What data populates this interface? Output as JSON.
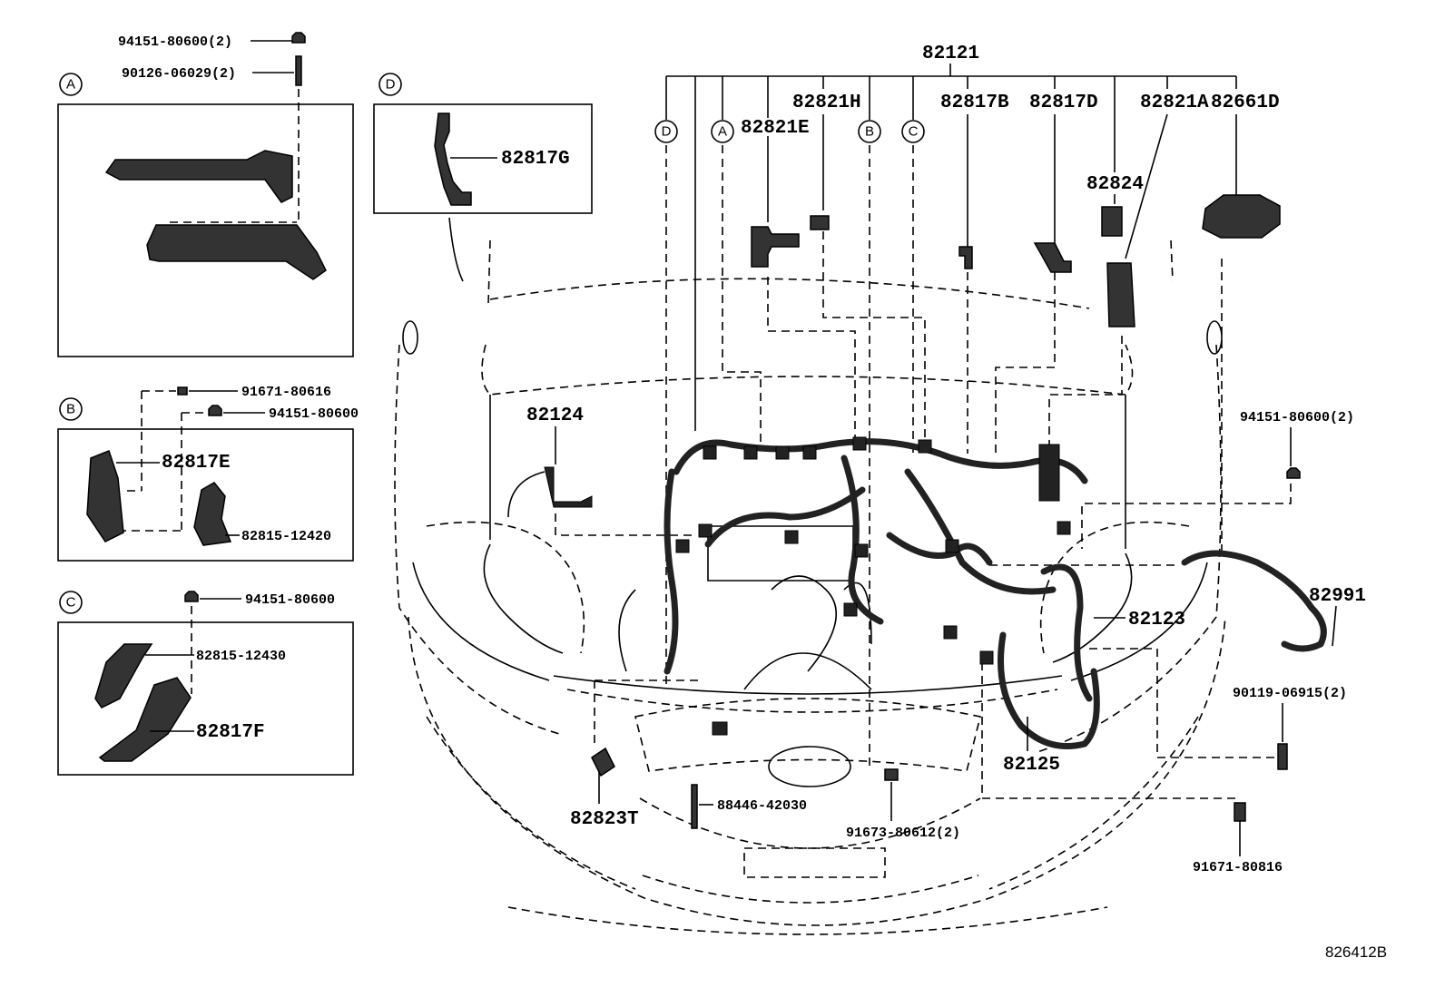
{
  "callouts": {
    "p82121": "82121",
    "p82821H": "82821H",
    "p82817B": "82817B",
    "p82817D": "82817D",
    "p82821A": "82821A",
    "p82661D": "82661D",
    "p82821E": "82821E",
    "p82824": "82824",
    "p82124": "82124",
    "p82123": "82123",
    "p82991": "82991",
    "p82125": "82125",
    "p82823T": "82823T",
    "p88446": "88446-42030",
    "p91673": "91673-80612(2)",
    "p91671b": "91671-80816",
    "p90119": "90119-06915(2)",
    "p94151r": "94151-80600(2)",
    "p82817G": "82817G"
  },
  "panelA": {
    "letter": "A",
    "label1": "94151-80600(2)",
    "label2": "90126-06029(2)"
  },
  "panelB": {
    "letter": "B",
    "label1": "91671-80616",
    "label2": "94151-80600",
    "label3": "82817E",
    "label4": "82815-12420"
  },
  "panelC": {
    "letter": "C",
    "label1": "94151-80600",
    "label2": "82815-12430",
    "label3": "82817F"
  },
  "panelD": {
    "letter": "D"
  },
  "markers": {
    "d": "D",
    "a": "A",
    "b": "B",
    "c": "C"
  },
  "reference": "826412B"
}
